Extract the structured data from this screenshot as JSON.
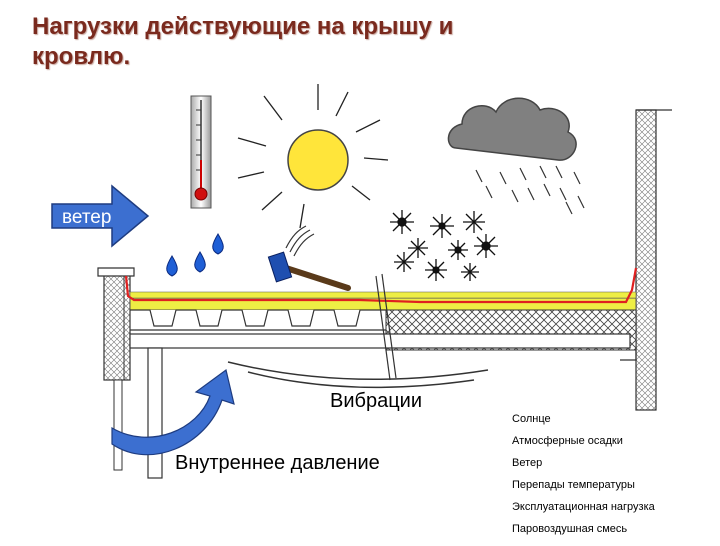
{
  "title": "Нагрузки действующие на крышу и кровлю.",
  "labels": {
    "wind": "ветер",
    "vibration": "Вибрации",
    "internal_pressure": "Внутреннее давление"
  },
  "legend": [
    "Солнце",
    "Атмосферные осадки",
    "Ветер",
    "Перепады температуры",
    "Эксплуатационная нагрузка",
    "Паровоздушная смесь"
  ],
  "colors": {
    "title": "#7a2a1e",
    "wind_arrow": "#3c6fd0",
    "sun": "#ffe53a",
    "cloud": "#808080",
    "water_drop": "#1f5fd6",
    "membrane": "#e02020",
    "insulation": "#eeee44"
  }
}
